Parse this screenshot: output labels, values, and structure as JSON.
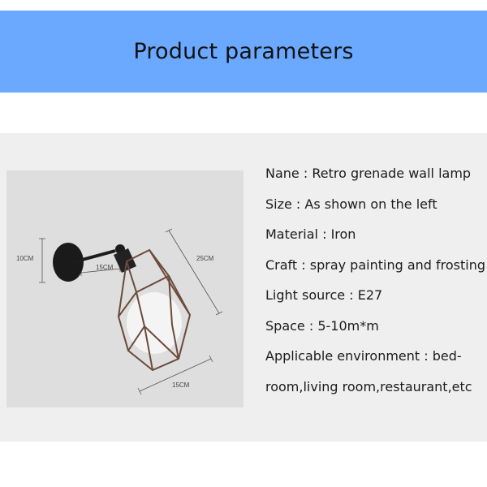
{
  "header": {
    "title": "Product parameters"
  },
  "product": {
    "dimensions": {
      "arm": "15CM",
      "height": "10CM",
      "diagonal": "25CM",
      "width": "15CM"
    }
  },
  "specs": [
    {
      "label": "Nane",
      "value": "Retro grenade wall lamp"
    },
    {
      "label": "Size",
      "value": "As shown on the left"
    },
    {
      "label": "Material",
      "value": "Iron"
    },
    {
      "label": "Craft",
      "value": "spray painting and frosting"
    },
    {
      "label": "Light source",
      "value": "E27"
    },
    {
      "label": "Space",
      "value": "5-10m*m"
    },
    {
      "label": "Applicable environment",
      "value": "bed-"
    },
    {
      "label": "",
      "value": "room,living room,restaurant,etc"
    }
  ],
  "colors": {
    "header_bg": "#6aa9ff",
    "panel_bg": "#efefef",
    "image_bg": "#dedede",
    "cage": "#6b4a3a"
  }
}
